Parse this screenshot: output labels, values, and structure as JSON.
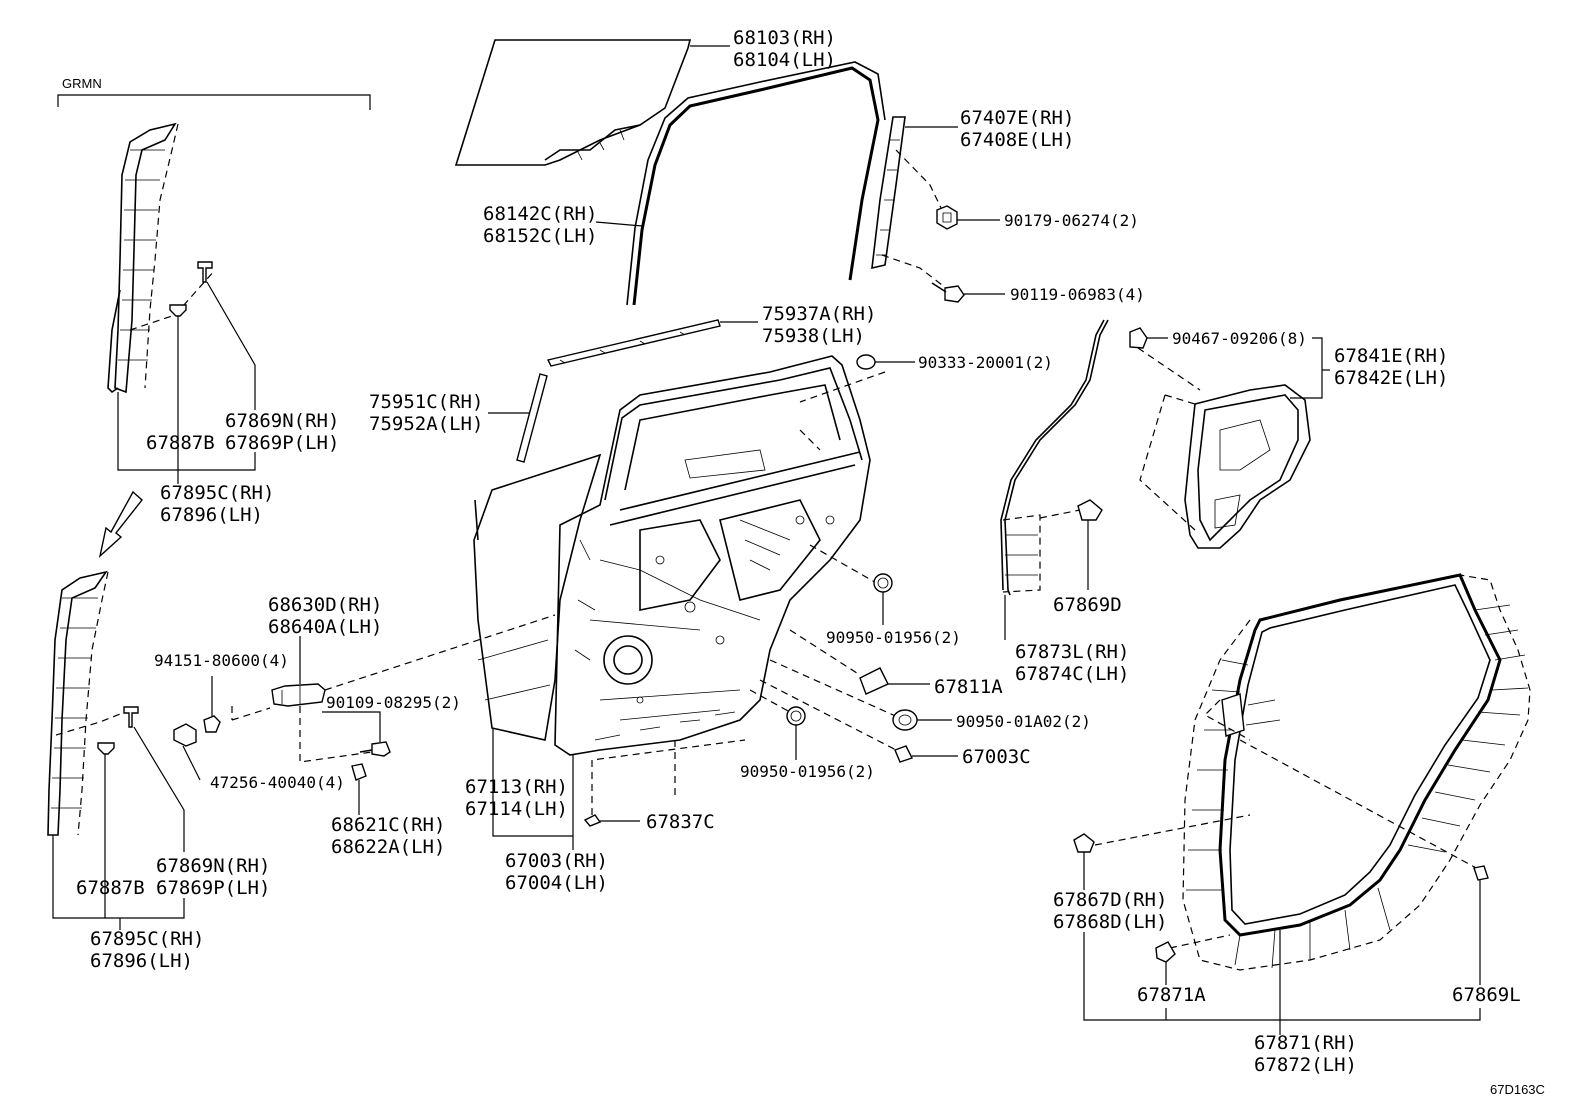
{
  "header": {
    "variant": "GRMN"
  },
  "footer": {
    "diagram_code": "67D163C"
  },
  "labels": {
    "glass": [
      "68103(RH)",
      "68104(LH)"
    ],
    "run_channel": [
      "68142C(RH)",
      "68152C(LH)"
    ],
    "center_frame": [
      "67407E(RH)",
      "67408E(LH)"
    ],
    "nut_a": "90179-06274(2)",
    "bolt_a": "90119-06983(4)",
    "belt_weatherstrip": [
      "75937A(RH)",
      "75938(LH)"
    ],
    "plug_a": "90333-20001(2)",
    "belt_molding": [
      "75951C(RH)",
      "75952A(LH)"
    ],
    "clip_90467": "90467-09206(8)",
    "service_hole_cover": [
      "67841E(RH)",
      "67842E(LH)"
    ],
    "top_clip_pair": [
      "67869N(RH)",
      "67869P(LH)"
    ],
    "top_clip_67887": "67887B",
    "top_weatherstrip": [
      "67895C(RH)",
      "67896(LH)"
    ],
    "clip_67869d": "67869D",
    "opening_trim": [
      "67873L(RH)",
      "67874C(LH)"
    ],
    "handle": [
      "68630D(RH)",
      "68640A(LH)"
    ],
    "bolt_94151": "94151-80600(4)",
    "bolt_90109": "90109-08295(2)",
    "plug_90950_right": "90950-01956(2)",
    "pad_67811a": "67811A",
    "plug_90950_a02": "90950-01A02(2)",
    "cushion_67003c": "67003C",
    "plug_90950_bottom": "90950-01956(2)",
    "bolt_47256": "47256-40040(4)",
    "striker": [
      "68621C(RH)",
      "68622A(LH)"
    ],
    "door_panel": [
      "67113(RH)",
      "67114(LH)"
    ],
    "clip_67837c": "67837C",
    "door_assy": [
      "67003(RH)",
      "67004(LH)"
    ],
    "bottom_clip_pair": [
      "67869N(RH)",
      "67869P(LH)"
    ],
    "bottom_clip_67887": "67887B",
    "bottom_weatherstrip": [
      "67895C(RH)",
      "67896(LH)"
    ],
    "door_weatherstrip_clip": [
      "67867D(RH)",
      "67868D(LH)"
    ],
    "clip_67871a": "67871A",
    "clip_67869l": "67869L",
    "door_weatherstrip": [
      "67871(RH)",
      "67872(LH)"
    ]
  }
}
